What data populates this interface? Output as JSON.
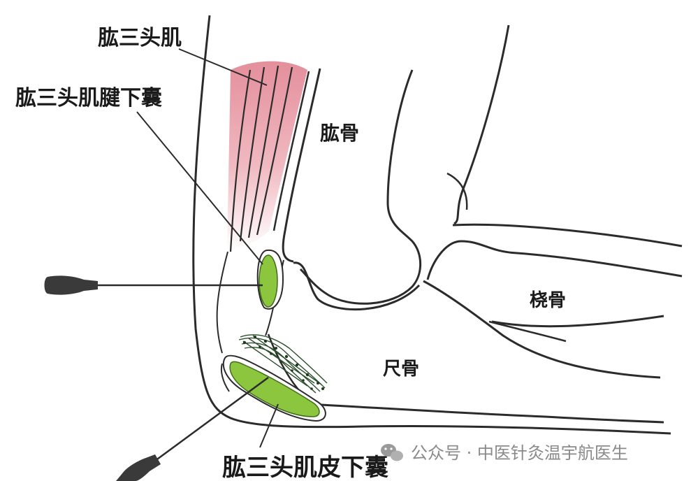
{
  "labels": {
    "triceps": "肱三头肌",
    "subtendinous_bursa": "肱三头肌腱下囊",
    "humerus": "肱骨",
    "radius": "桡骨",
    "ulna": "尺骨",
    "subcutaneous_bursa": "肱三头肌皮下囊"
  },
  "watermark": {
    "text": "公众号 · 中医针灸温宇航医生",
    "icon": "wechat-icon"
  },
  "colors": {
    "muscle": "#e8a2ad",
    "bursa": "#8cc63f",
    "bursa_outline": "#3f6b1a",
    "tendon_dark": "#2c4f2c",
    "line": "#2b2b2b",
    "needle": "#3a3a3a"
  }
}
